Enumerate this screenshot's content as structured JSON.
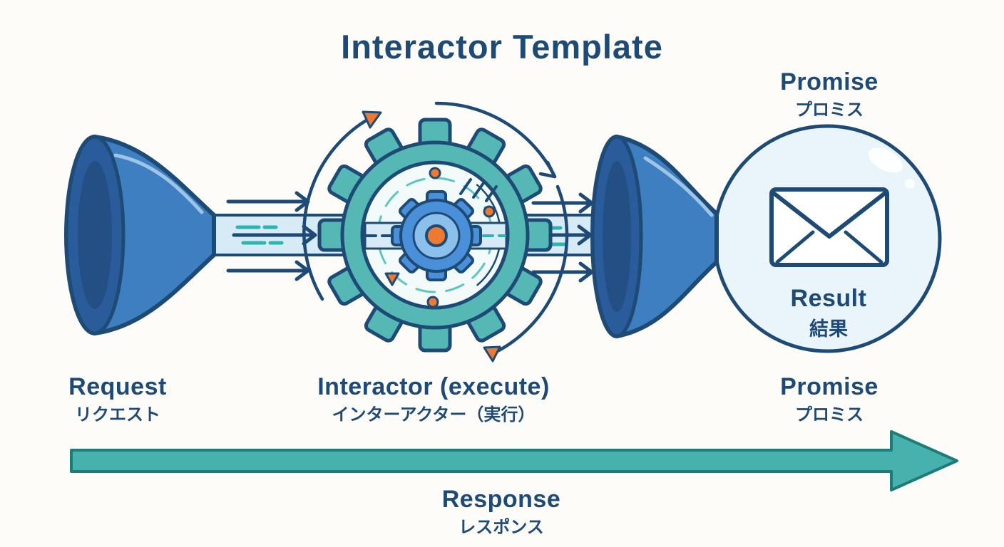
{
  "title": "Interactor Template",
  "labels": {
    "request": {
      "en": "Request",
      "ja": "リクエスト"
    },
    "interactor": {
      "en": "Interactor (execute)",
      "ja": "インターアクター（実行）"
    },
    "promise_top": {
      "en": "Promise",
      "ja": "プロミス"
    },
    "promise_bottom": {
      "en": "Promise",
      "ja": "プロミス"
    },
    "result": {
      "en": "Result",
      "ja": "結果"
    },
    "response": {
      "en": "Response",
      "ja": "レスポンス"
    }
  },
  "icons": [
    "left-funnel-icon",
    "gear-icon",
    "inner-gear-icon",
    "right-funnel-icon",
    "envelope-icon",
    "rotation-arrows",
    "flow-arrows",
    "response-arrow"
  ],
  "colors": {
    "background": "#fdfcf8",
    "outline_blue": "#1e4a76",
    "funnel_blue": "#3d7fc1",
    "funnel_dark": "#2a5c9c",
    "funnel_deep": "#234f85",
    "funnel_highlight": "#a9cdea",
    "pipe_light": "#d7ebf6",
    "flow_teal": "#2fb3ae",
    "gear_teal": "#55b8b4",
    "gear_face": "#f2fafa",
    "inner_gear_blue": "#4a90d9",
    "inner_gear_light": "#8cc0ec",
    "accent_orange": "#ee7a32",
    "bubble_fill": "#e9f4fb",
    "arrow_teal": "#47b1ae",
    "arrow_teal_dark": "#1d7b78"
  }
}
